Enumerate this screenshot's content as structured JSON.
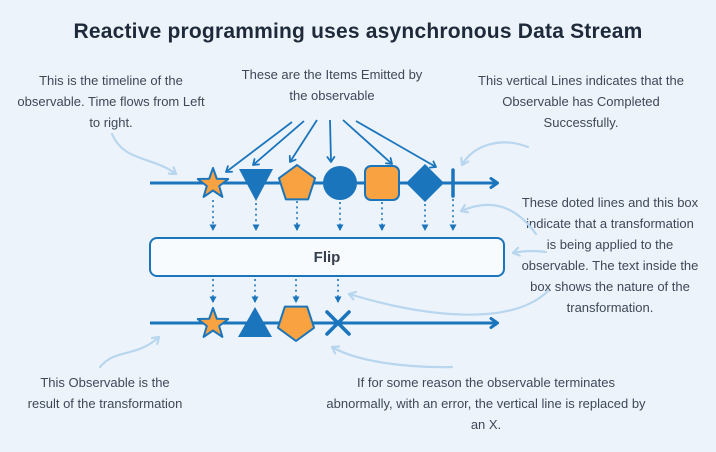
{
  "title": "Reactive programming uses asynchronous Data Stream",
  "flip_box": {
    "label": "Flip"
  },
  "annotations": {
    "timeline_note": "This is the timeline of the observable. Time flows from Left to right.",
    "items_note": "These are the Items Emitted by the observable",
    "completed_note": "This vertical Lines indicates that the Observable has Completed Successfully.",
    "transformation_note": "These doted lines and this box indicate that a transformation is being applied to the observable. The text inside the box shows the nature of the transformation.",
    "result_note": "This Observable is the result of the transformation",
    "error_note": "If for some reason the observable terminates abnormally, with an error, the vertical line is replaced by an X."
  },
  "streams": {
    "source_items": [
      "star",
      "triangle-down",
      "pentagon-up",
      "circle",
      "square",
      "diamond"
    ],
    "source_terminator": "complete-bar",
    "result_items": [
      "star",
      "triangle-up",
      "pentagon-down"
    ],
    "result_terminator": "error-x"
  },
  "colors": {
    "background": "#ECF3FA",
    "stream_blue": "#1B75BC",
    "item_orange": "#F9A242",
    "callout_arrow": "#B9D6EF",
    "title_text": "#1E2A3A",
    "note_text": "#3E4857",
    "box_fill": "#F8FBFE"
  }
}
